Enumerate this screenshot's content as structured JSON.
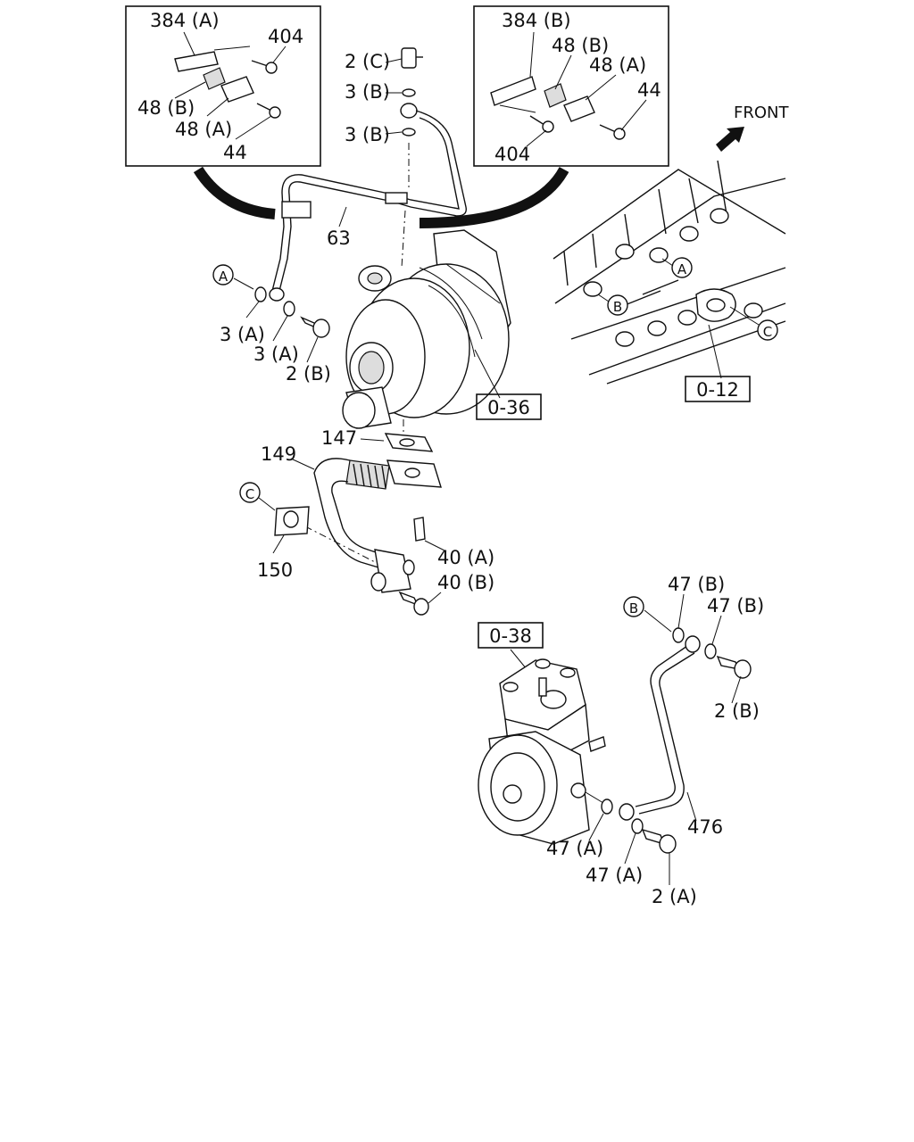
{
  "direction_label": "FRONT",
  "callouts": {
    "c384a": "384 (A)",
    "c404a": "404",
    "c48b_l": "48 (B)",
    "c48a_l": "48 (A)",
    "c44_l": "44",
    "c2c": "2 (C)",
    "c3b_1": "3 (B)",
    "c3b_2": "3 (B)",
    "c384b": "384 (B)",
    "c48b_r": "48 (B)",
    "c48a_r": "48 (A)",
    "c44_r": "44",
    "c404b": "404",
    "c63": "63",
    "c3a_1": "3 (A)",
    "c3a_2": "3 (A)",
    "c2b_1": "2 (B)",
    "c147": "147",
    "c149": "149",
    "c150": "150",
    "c40a": "40 (A)",
    "c40b": "40 (B)",
    "c47b_1": "47 (B)",
    "c47b_2": "47 (B)",
    "c2b_2": "2 (B)",
    "c476": "476",
    "c47a_1": "47 (A)",
    "c47a_2": "47 (A)",
    "c2a": "2 (A)"
  },
  "references": {
    "r036": "0-36",
    "r012": "0-12",
    "r038": "0-38"
  },
  "markers": {
    "m_a_left": "A",
    "m_a_engine": "A",
    "m_b_engine": "B",
    "m_c_engine": "C",
    "m_c_left": "C",
    "m_b_comp": "B"
  }
}
